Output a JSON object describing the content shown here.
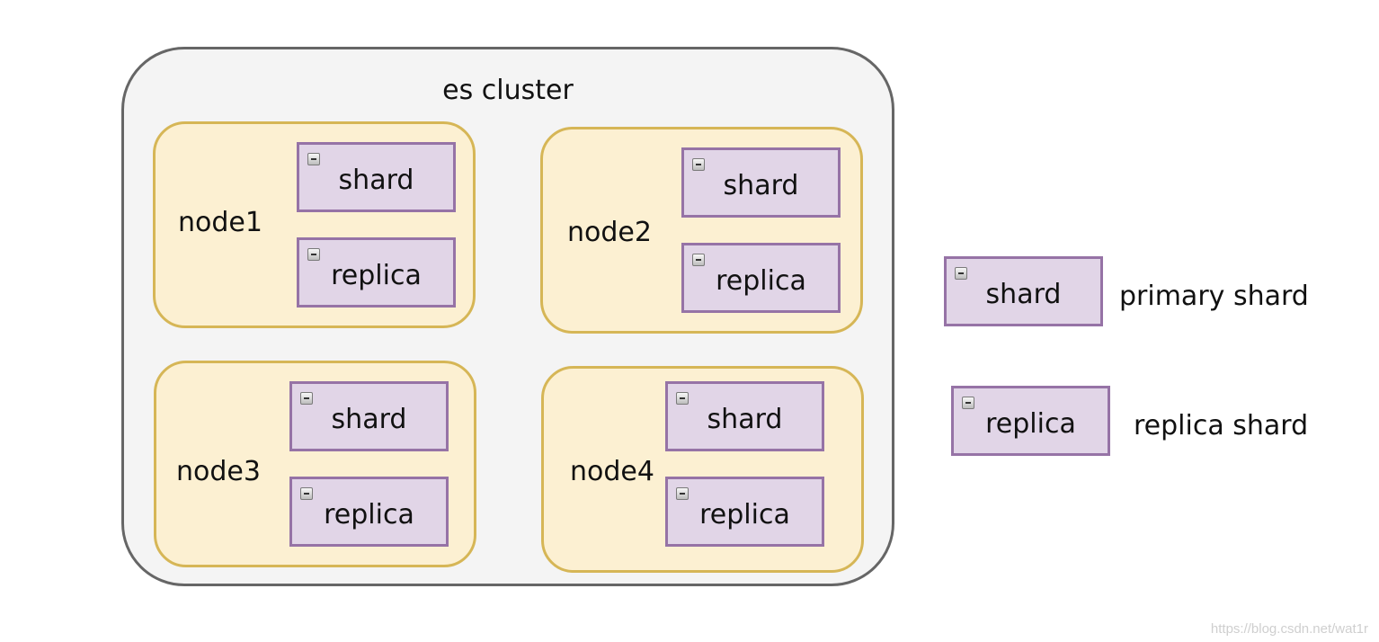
{
  "cluster": {
    "title": "es cluster"
  },
  "nodes": [
    {
      "label": "node1",
      "shard_label": "shard",
      "replica_label": "replica"
    },
    {
      "label": "node2",
      "shard_label": "shard",
      "replica_label": "replica"
    },
    {
      "label": "node3",
      "shard_label": "shard",
      "replica_label": "replica"
    },
    {
      "label": "node4",
      "shard_label": "shard",
      "replica_label": "replica"
    }
  ],
  "legend": {
    "primary": {
      "box_label": "shard",
      "description": "primary shard"
    },
    "replica": {
      "box_label": "replica",
      "description": "replica shard"
    }
  },
  "icons": {
    "collapse": "collapse-minus-icon"
  },
  "colors": {
    "cluster_fill": "#f4f4f4",
    "cluster_border": "#666666",
    "node_fill": "#fcf0d2",
    "node_border": "#d6b656",
    "shard_fill": "#e1d5e7",
    "shard_border": "#9673a6"
  },
  "watermark": "https://blog.csdn.net/wat1r"
}
